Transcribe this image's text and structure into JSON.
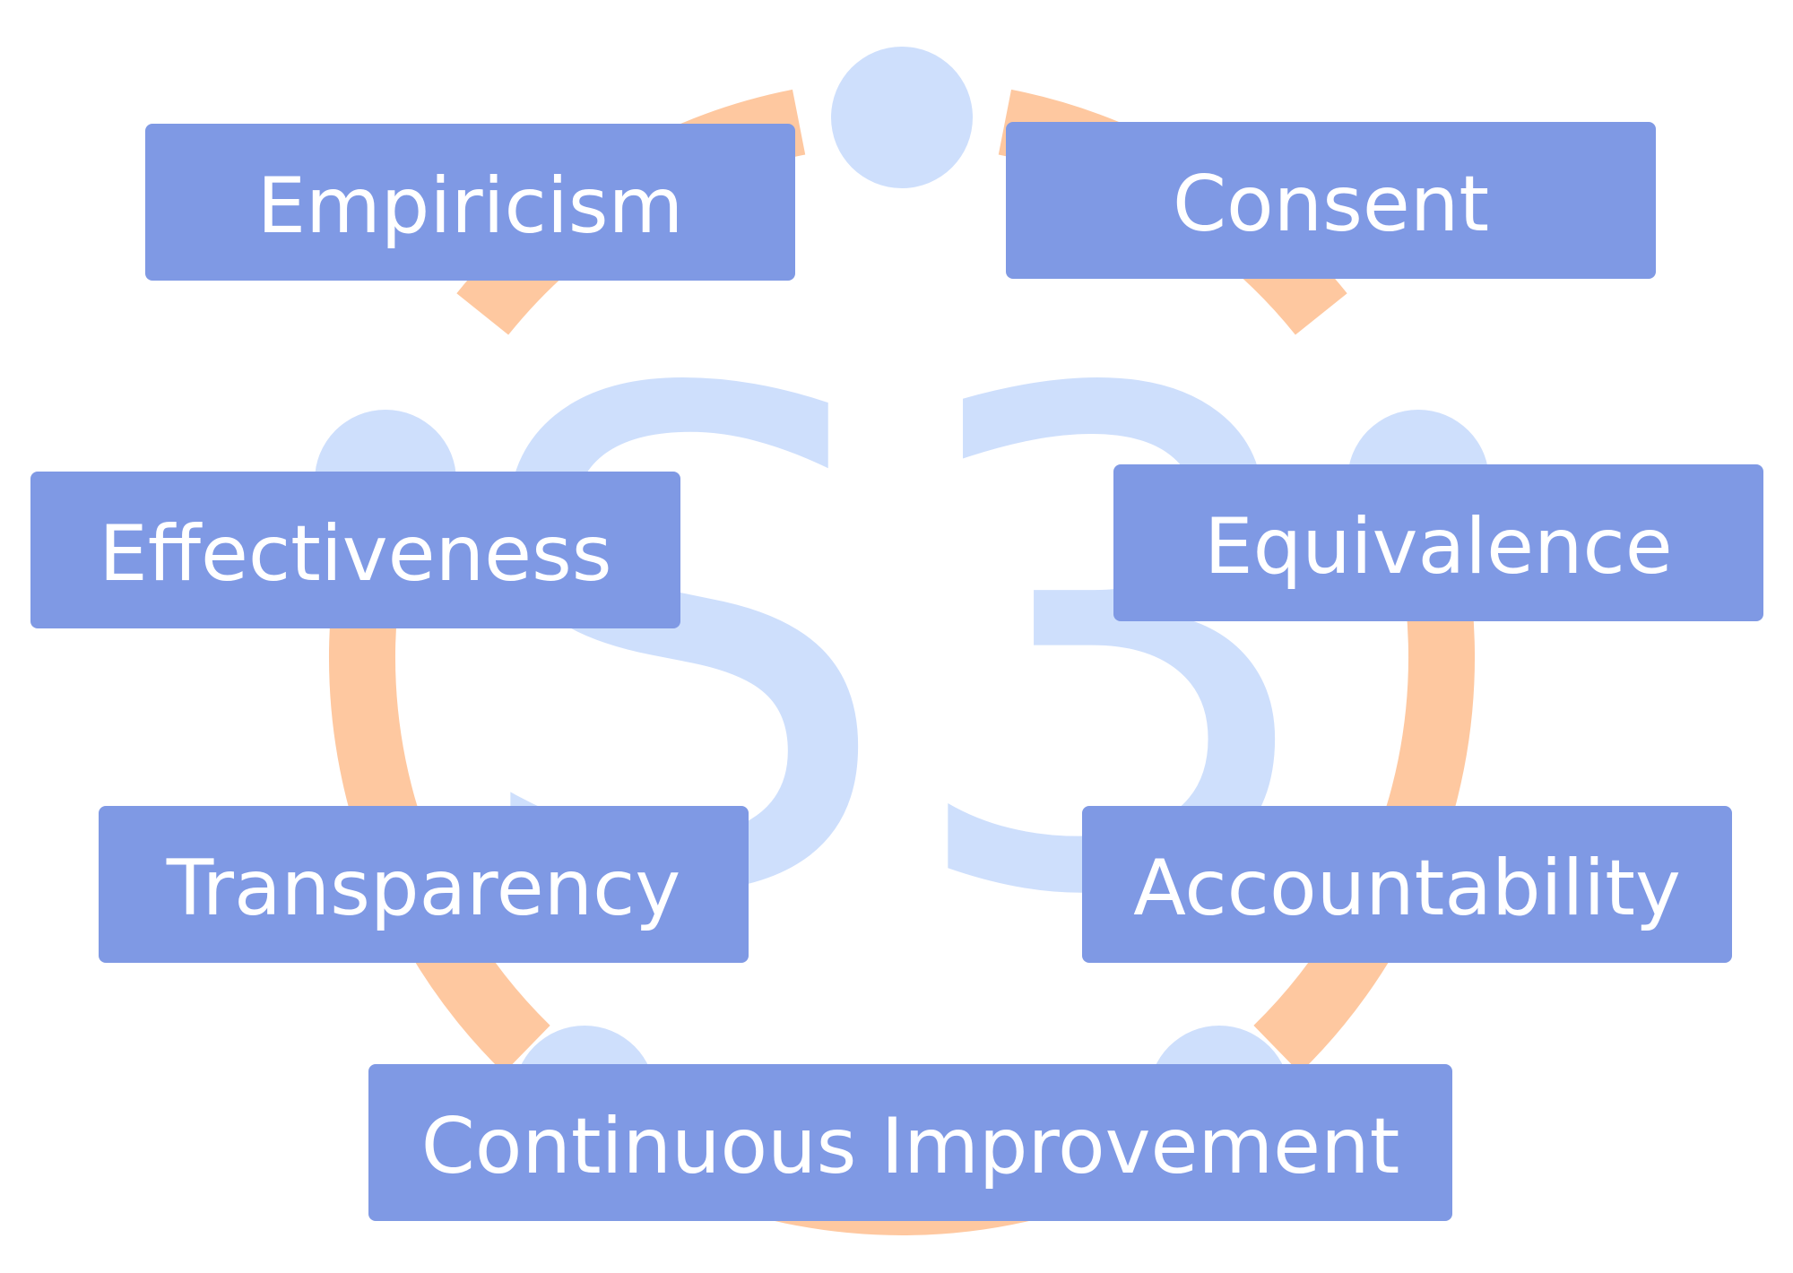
{
  "diagram": {
    "watermark": "S3",
    "colors": {
      "ring": "#fec8a0",
      "node": "#cedffc",
      "box": "#7f99e4",
      "box_text": "#ffffff",
      "watermark": "#cedffc",
      "background": "#ffffff"
    },
    "principles": [
      {
        "id": "empiricism",
        "label": "Empiricism"
      },
      {
        "id": "consent",
        "label": "Consent"
      },
      {
        "id": "effectiveness",
        "label": "Effectiveness"
      },
      {
        "id": "equivalence",
        "label": "Equivalence"
      },
      {
        "id": "transparency",
        "label": "Transparency"
      },
      {
        "id": "accountability",
        "label": "Accountability"
      },
      {
        "id": "continuous-improvement",
        "label": "Continuous Improvement"
      }
    ]
  }
}
